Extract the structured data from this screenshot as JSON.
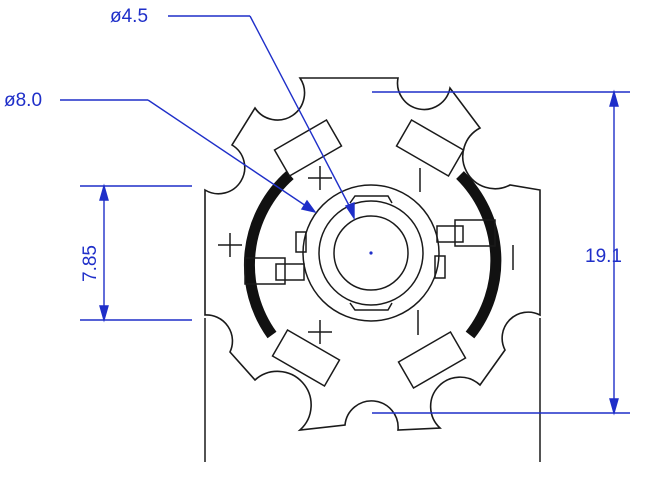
{
  "dimensions": {
    "led_diameter": "ø4.5",
    "lens_diameter": "ø8.0",
    "pad_spacing": "7.85",
    "board_size": "19.1"
  },
  "colors": {
    "outline": "#1a1a1a",
    "dimension": "#1f2fc9",
    "background": "#ffffff"
  }
}
